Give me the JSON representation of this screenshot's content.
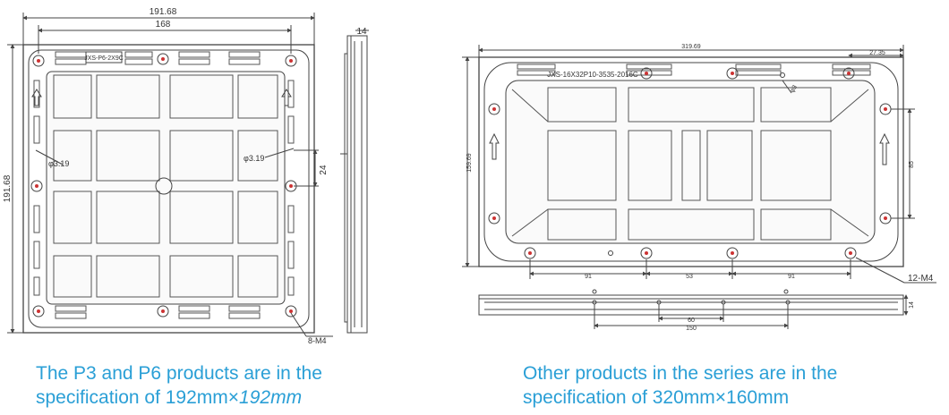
{
  "left_drawing": {
    "dims": {
      "width_outer": "191.68",
      "width_inner": "168",
      "height_outer": "191.68",
      "thickness": "14",
      "hole_spacing": "24",
      "hole_left": "φ3.19",
      "hole_right": "φ3.19",
      "screws": "8-M4"
    },
    "model_label": "JXS-P6-2X9C"
  },
  "right_drawing": {
    "dims": {
      "width_outer": "319.69",
      "right_offset": "27.35",
      "height_outer": "159.69",
      "hole_spacing_v": "85",
      "hole": "φ3",
      "spacing_a": "91",
      "spacing_b": "53",
      "spacing_c": "91",
      "screws": "12-M4",
      "thickness": "14",
      "side_a": "60",
      "side_b": "150"
    },
    "model_label": "JXS-16X32P10-3535-2016C"
  },
  "captions": {
    "left": {
      "line1": "The P3 and P6 products are in the",
      "line2_prefix": "specification of 192mm×",
      "line2_italic": "192mm"
    },
    "right": {
      "line1": "Other products in the series are in the",
      "line2": "specification of 320mm×160mm"
    }
  }
}
